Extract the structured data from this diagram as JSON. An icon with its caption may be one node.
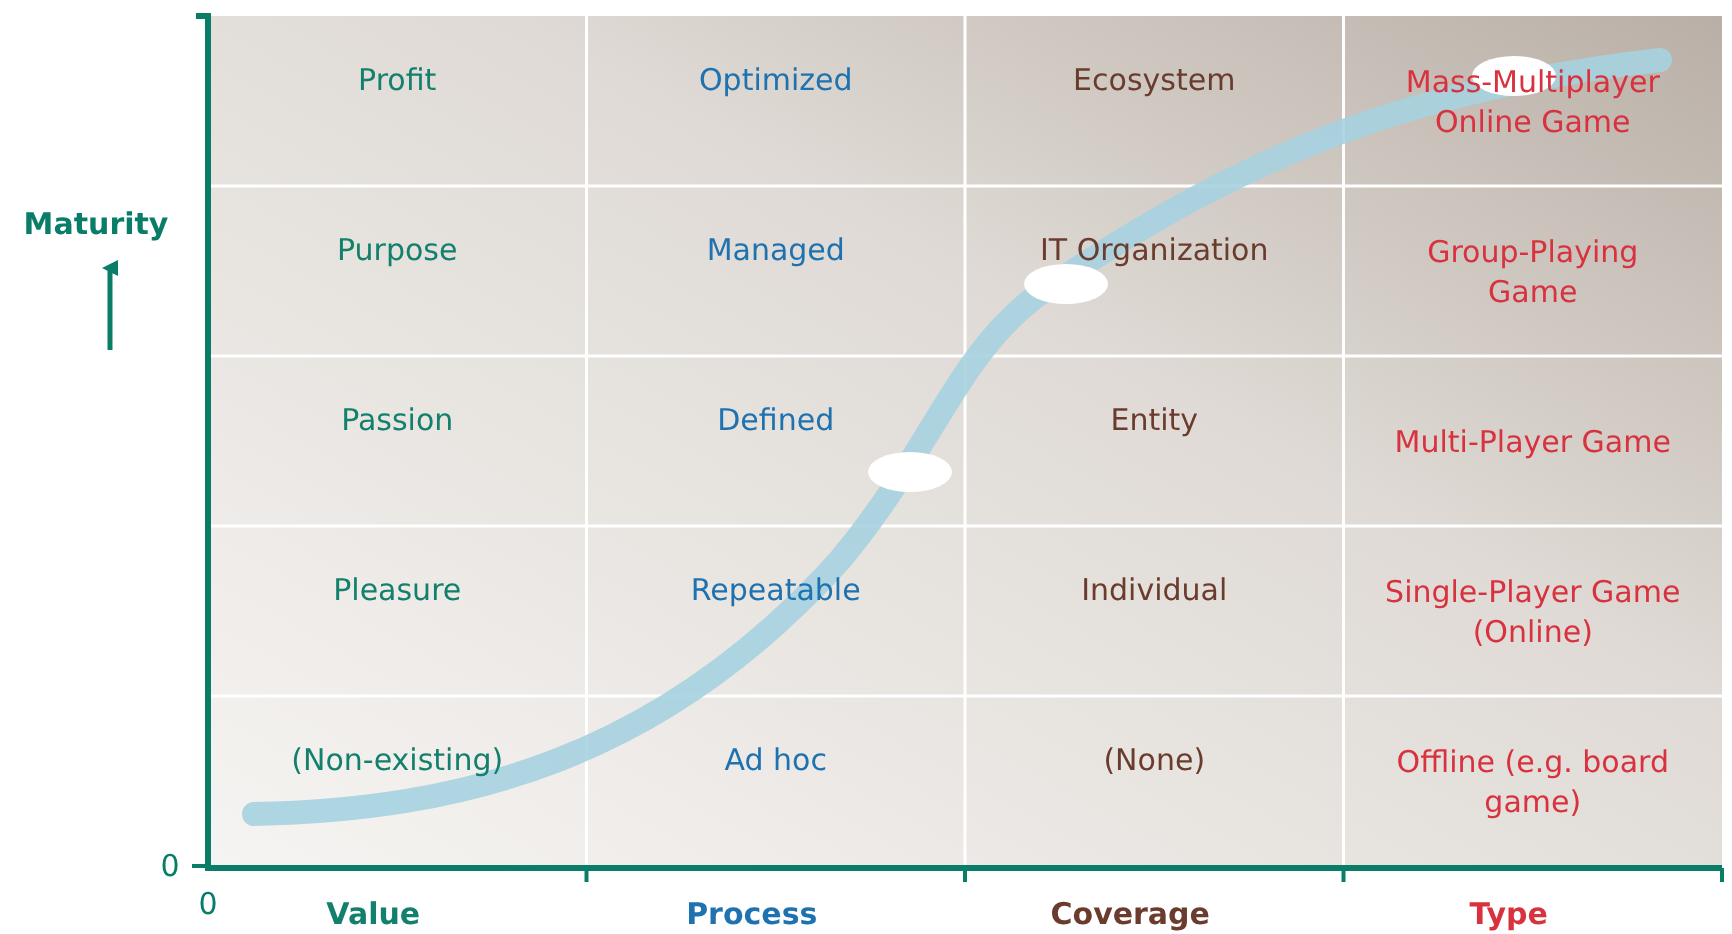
{
  "diagram": {
    "labels": [
      "Maturity",
      "Profit",
      "Optimized",
      "Ecosystem",
      "Mass-Multiplayer Online Game",
      "Purpose",
      "Managed",
      "IT Organization",
      "Group-Playing Game",
      "Passion",
      "Defined",
      "Entity",
      "Multi-Player Game",
      "Pleasure",
      "Repeatable",
      "Individual",
      "Single-Player Game (Online)",
      "(Non-existing)",
      "Ad hoc",
      "(None)",
      "Offline (e.g. board game)",
      "0",
      "0",
      "Value",
      "Process",
      "Coverage",
      "Type"
    ]
  }
}
